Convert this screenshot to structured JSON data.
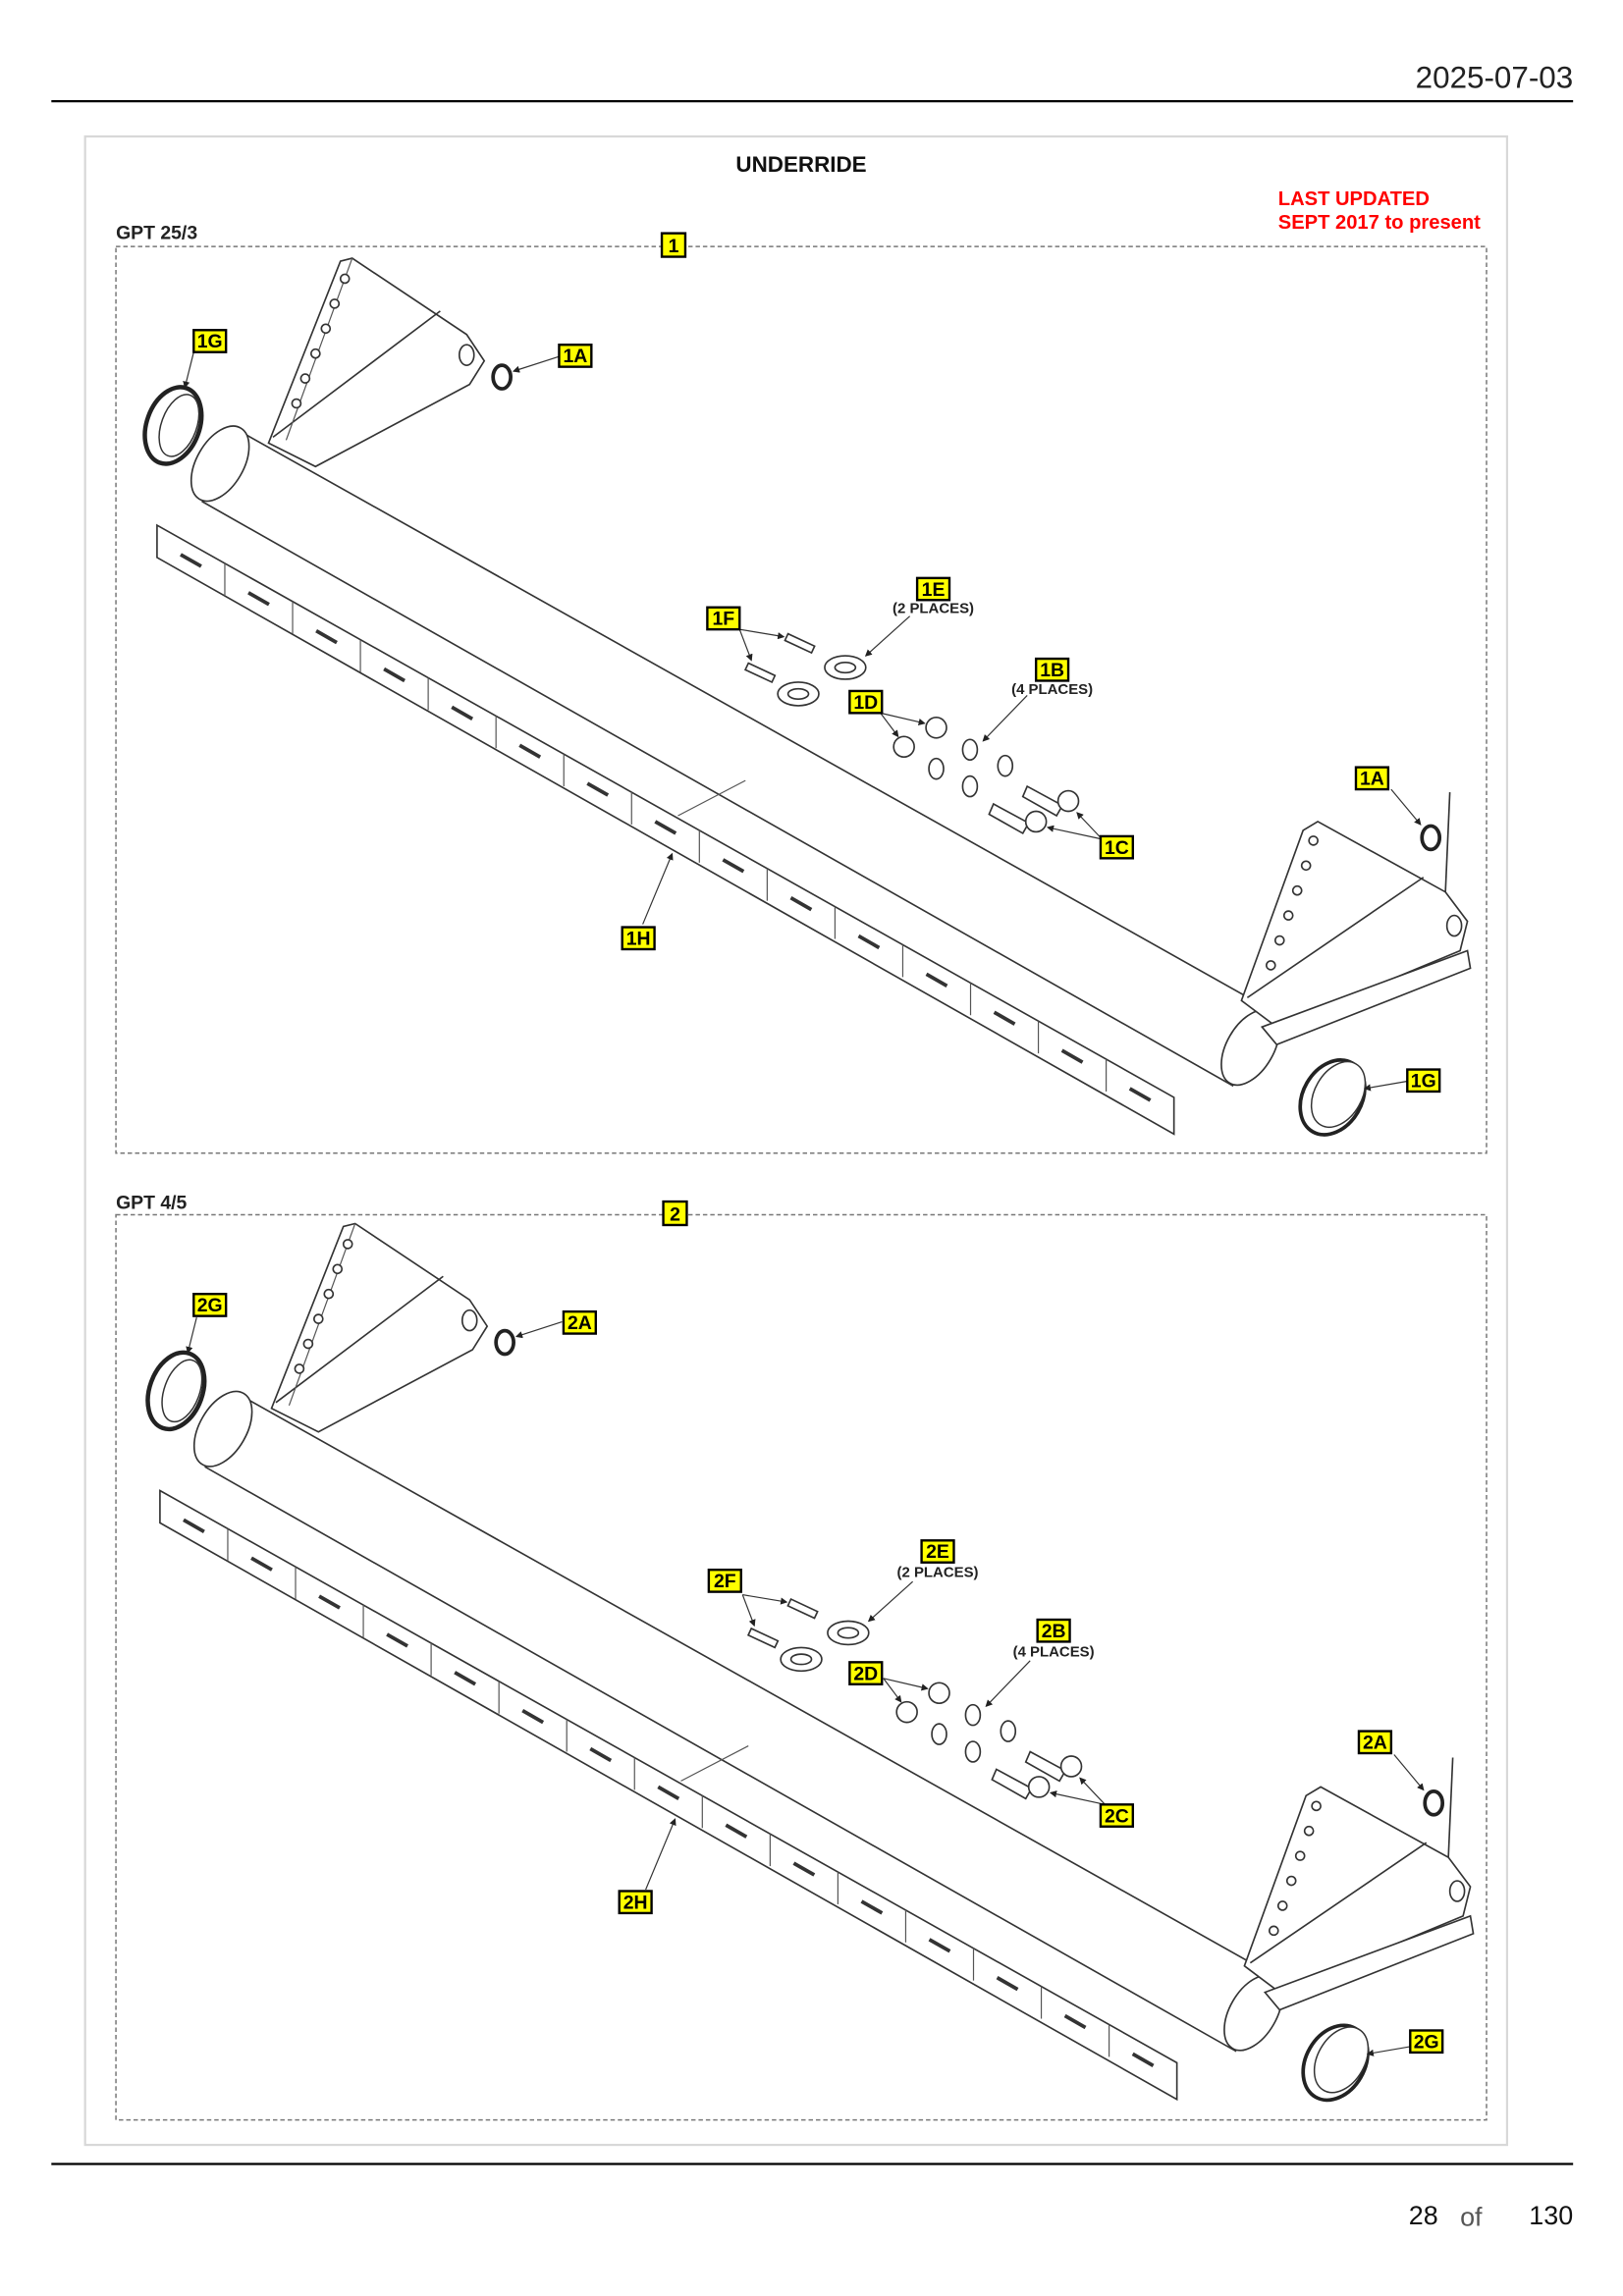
{
  "header": {
    "date": "2025-07-03"
  },
  "document": {
    "title": "UNDERRIDE",
    "last_updated_line1": "LAST UPDATED",
    "last_updated_line2": "SEPT 2017 to present",
    "accent_color": "#ff0000",
    "callout_color": "#ffff00"
  },
  "panels": [
    {
      "model": "GPT 25/3",
      "item": "1",
      "callouts": {
        "g_left": "1G",
        "a_left": "1A",
        "e": "1E",
        "e_note": "(2 PLACES)",
        "f": "1F",
        "b": "1B",
        "b_note": "(4 PLACES)",
        "d": "1D",
        "a_right": "1A",
        "c": "1C",
        "h": "1H",
        "g_right": "1G"
      }
    },
    {
      "model": "GPT 4/5",
      "item": "2",
      "callouts": {
        "g_left": "2G",
        "a_left": "2A",
        "e": "2E",
        "e_note": "(2 PLACES)",
        "f": "2F",
        "b": "2B",
        "b_note": "(4 PLACES)",
        "d": "2D",
        "a_right": "2A",
        "c": "2C",
        "h": "2H",
        "g_right": "2G"
      }
    }
  ],
  "footer": {
    "page": "28",
    "of": "of",
    "total": "130"
  }
}
